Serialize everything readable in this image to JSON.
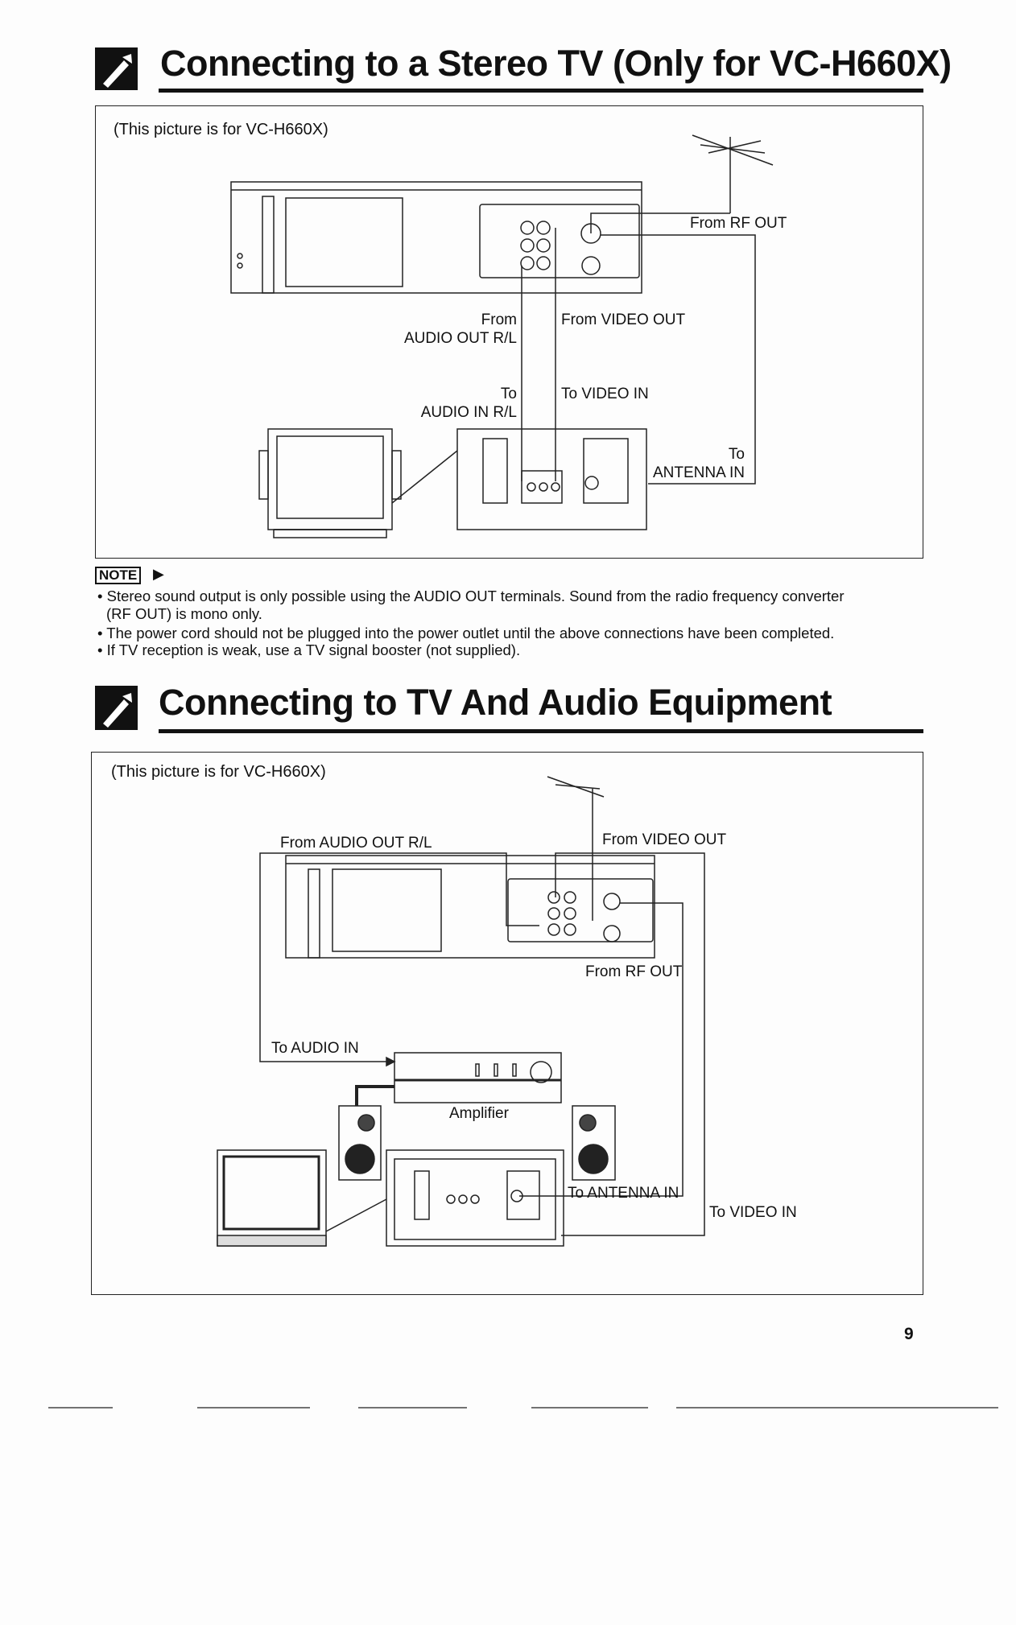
{
  "section1": {
    "title": "Connecting to a Stereo TV (Only for VC-H660X)",
    "caption": "(This picture is for VC-H660X)",
    "labels": {
      "from_rf_out": "From RF OUT",
      "from_audio_out_1": "From",
      "from_audio_out_2": "AUDIO OUT R/L",
      "from_video_out": "From VIDEO OUT",
      "to_audio_in_1": "To",
      "to_audio_in_2": "AUDIO IN R/L",
      "to_video_in": "To VIDEO IN",
      "to_antenna_in_1": "To",
      "to_antenna_in_2": "ANTENNA IN"
    }
  },
  "note": {
    "badge": "NOTE",
    "bullets": [
      "• Stereo sound output is only possible using the AUDIO OUT terminals. Sound from the radio frequency converter",
      "(RF OUT) is mono only.",
      "• The power cord should not be plugged into the power outlet until the above connections have been completed.",
      "• If TV reception is weak, use a TV signal booster (not supplied)."
    ]
  },
  "section2": {
    "title": "Connecting to TV And Audio Equipment",
    "caption": "(This picture is for VC-H660X)",
    "labels": {
      "from_audio_out": "From AUDIO OUT R/L",
      "from_video_out": "From VIDEO OUT",
      "from_rf_out": "From RF OUT",
      "to_audio_in": "To AUDIO IN",
      "amplifier": "Amplifier",
      "to_antenna_in": "To ANTENNA IN",
      "to_video_in": "To VIDEO IN"
    }
  },
  "page_number": "9"
}
